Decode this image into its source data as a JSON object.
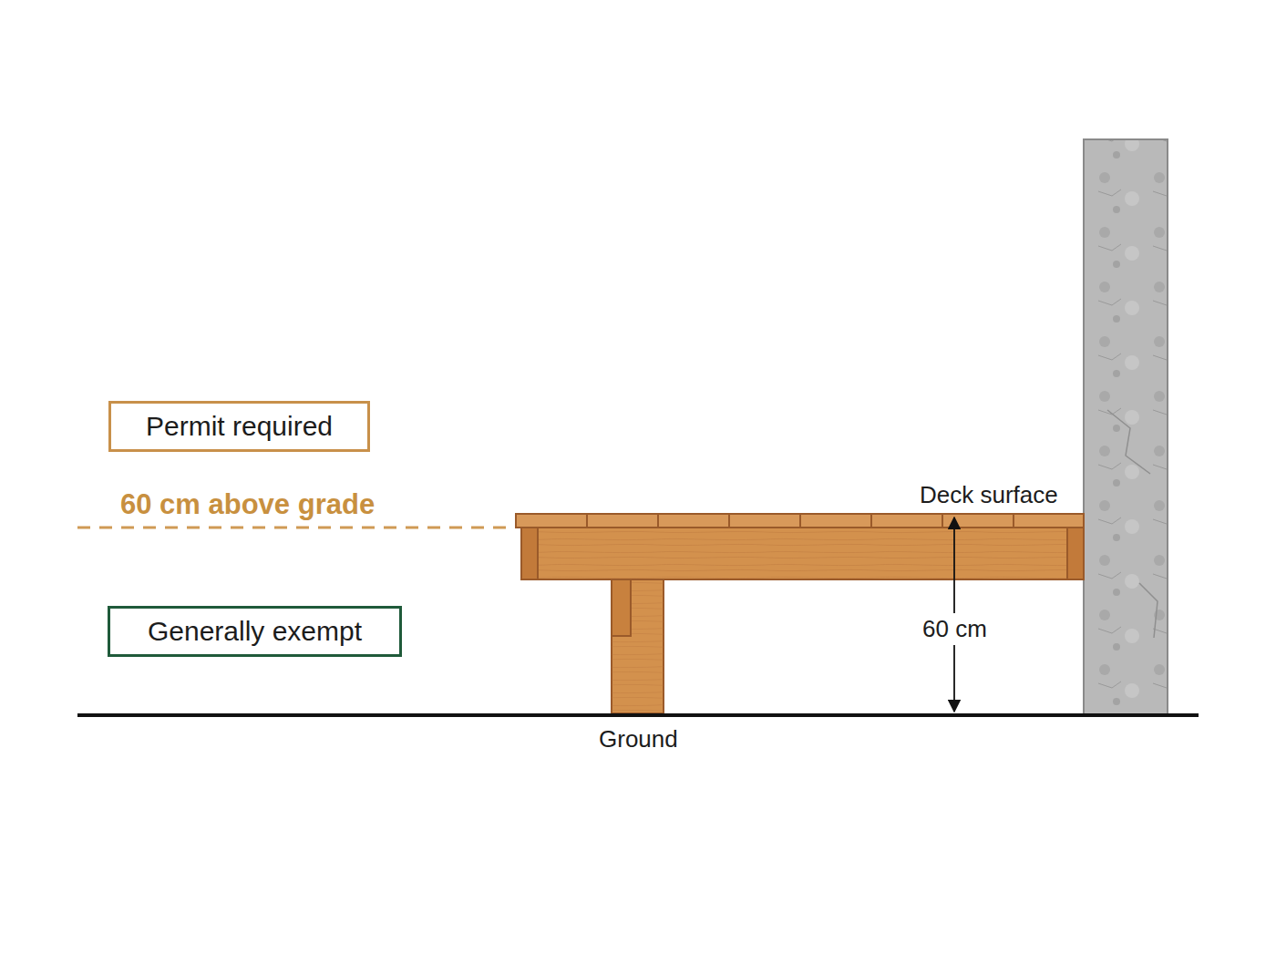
{
  "diagram": {
    "nodes": [
      {
        "text": [
          "Permit required"
        ]
      },
      {
        "text": [
          "Generally exempt"
        ]
      }
    ],
    "labels": [
      "60 cm above grade",
      "Deck surface",
      "60 cm",
      "Ground"
    ]
  }
}
